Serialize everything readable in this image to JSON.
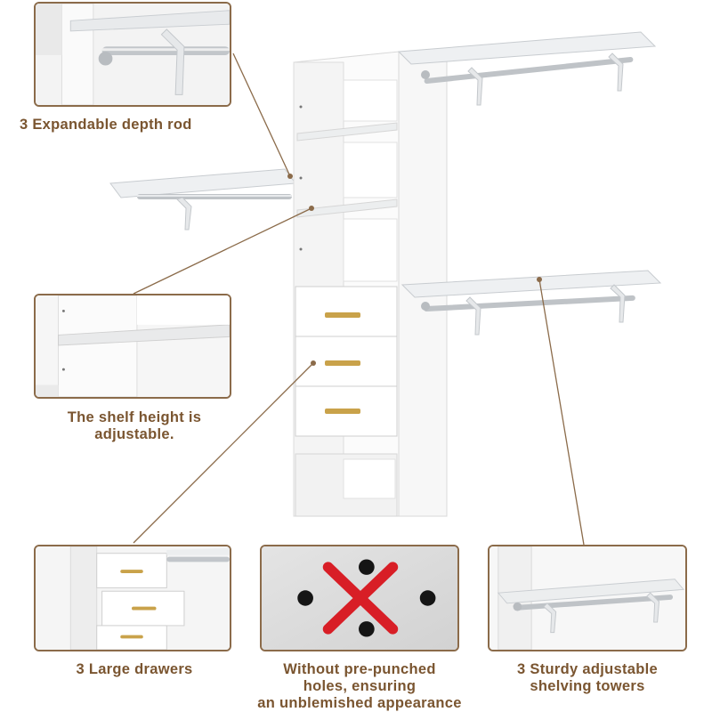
{
  "captions": {
    "depth_rod": "3 Expandable depth rod",
    "shelf_height_line1": "The shelf height is",
    "shelf_height_line2": "adjustable.",
    "drawers": "3 Large drawers",
    "holes_line1": "Without pre-punched",
    "holes_line2": "holes, ensuring",
    "holes_line3": "an unblemished appearance",
    "towers_line1": "3 Sturdy adjustable",
    "towers_line2": "shelving towers"
  },
  "colors": {
    "frame": "#8b6b4a",
    "caption": "#7a5530",
    "leader": "#8b6b4a",
    "cross": "#d81e26",
    "handle": "#c9a24a"
  },
  "icons": {
    "cross": "x-mark-icon",
    "hole": "hole-icon"
  }
}
